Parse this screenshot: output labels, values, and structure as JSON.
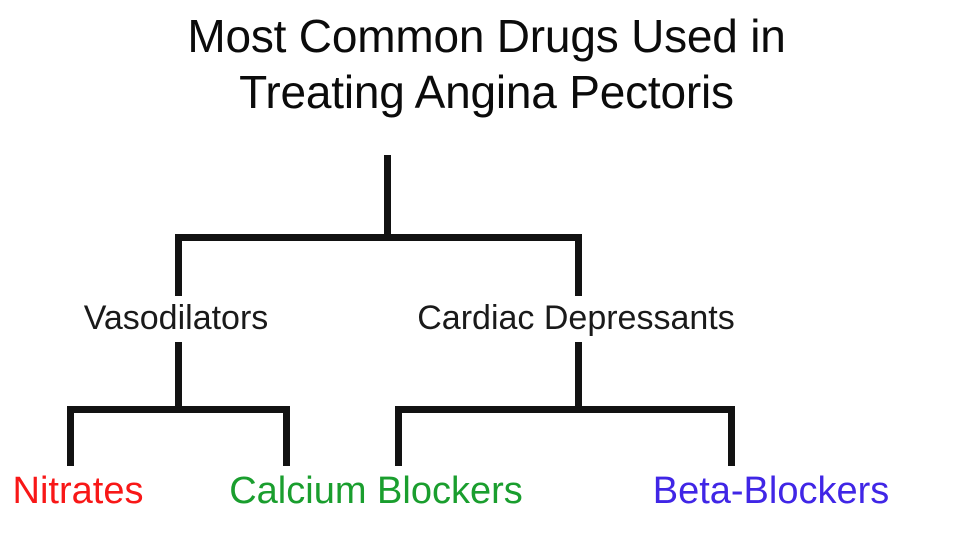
{
  "diagram": {
    "title": "Most Common Drugs Used in\nTreating Angina Pectoris",
    "title_line_1": "Most Common Drugs Used in",
    "title_line_2": "Treating Angina Pectoris",
    "background_color": "#ffffff",
    "line_color": "#121212",
    "type": "hierarchy-tree",
    "levels": 3,
    "branches": [
      {
        "label": "Vasodilators",
        "color": "#1a1a1a",
        "children": [
          {
            "label": "Nitrates",
            "color": "#f81717"
          },
          {
            "label": "Calcium Blockers",
            "color": "#1a9e2e"
          }
        ]
      },
      {
        "label": "Cardiac Depressants",
        "color": "#1a1a1a",
        "children": [
          {
            "label": "Beta-Blockers",
            "color": "#4026e6"
          }
        ]
      }
    ]
  }
}
